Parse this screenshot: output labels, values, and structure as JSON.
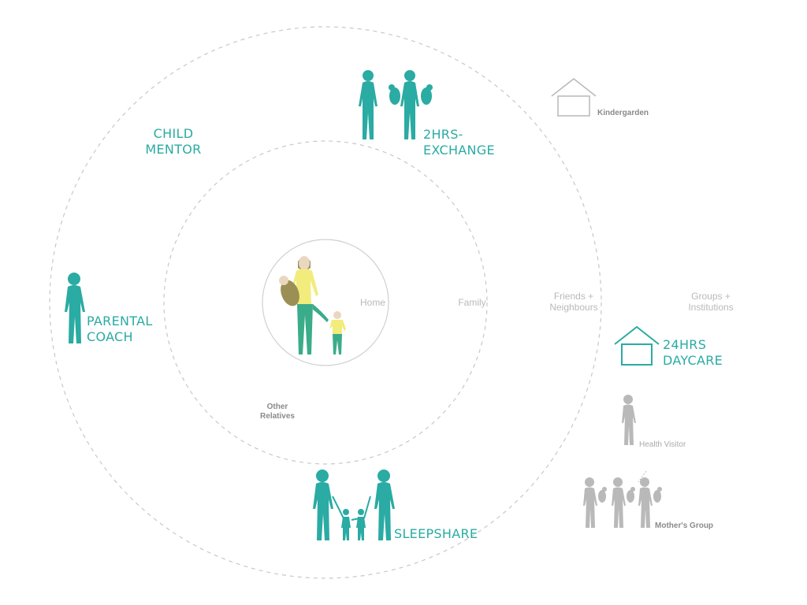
{
  "colors": {
    "teal": "#2aaba3",
    "grey_figure": "#b9b9b9",
    "ring_stroke": "#c8c8c8",
    "mother_top": "#f2ec7c",
    "mother_bottom": "#3bac8a",
    "mother_hair": "#9b8f55",
    "baby_carrier": "#9b8f55",
    "child_top": "#f2ec7c",
    "child_bottom": "#3bac8a"
  },
  "rings": {
    "home": "Home",
    "family": "Family",
    "friends": "Friends +\nNeighbours",
    "groups": "Groups +\nInstitutions"
  },
  "services": {
    "child_mentor": "CHILD\nMENTOR",
    "two_hrs_exchange": "2HRS-EXCHANGE",
    "parental_coach": "PARENTAL\nCOACH",
    "sleepshare": "SLEEPSHARE",
    "daycare": "24HRS\nDAYCARE"
  },
  "notes": {
    "other_relatives": "Other\nRelatives",
    "kindergarden": "Kindergarden",
    "health_visitor": "Health Visitor",
    "mothers_group": "Mother's Group"
  },
  "icons": {
    "mother_child": "mother-with-child-icon",
    "adult": "adult-figure-icon",
    "adult_with_baby": "adult-holding-baby-icon",
    "child": "child-figure-icon",
    "house": "house-icon"
  }
}
